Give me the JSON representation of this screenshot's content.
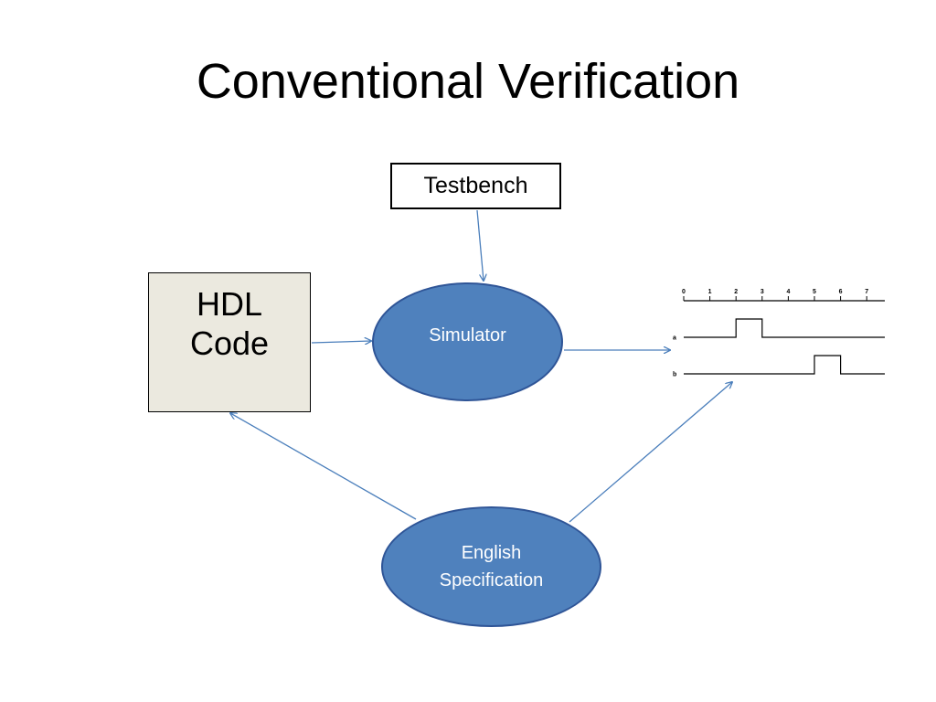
{
  "slide": {
    "title": "Conventional Verification"
  },
  "diagram": {
    "testbench_label": "Testbench",
    "hdl_code_lines": [
      "HDL",
      "Code"
    ],
    "simulator_label": "Simulator",
    "english_spec_lines": [
      "English",
      "Specification"
    ]
  },
  "waveform": {
    "ticks": [
      "0",
      "1",
      "2",
      "3",
      "4",
      "5",
      "6",
      "7"
    ],
    "signals": [
      {
        "name": "a",
        "high_from": 2,
        "high_to": 3
      },
      {
        "name": "b",
        "high_from": 5,
        "high_to": 6
      }
    ]
  },
  "colors": {
    "ellipse_fill": "#4f81bd",
    "ellipse_border": "#2f5597",
    "hdl_box_fill": "#ebe9df",
    "arrow": "#4a7ebb"
  }
}
